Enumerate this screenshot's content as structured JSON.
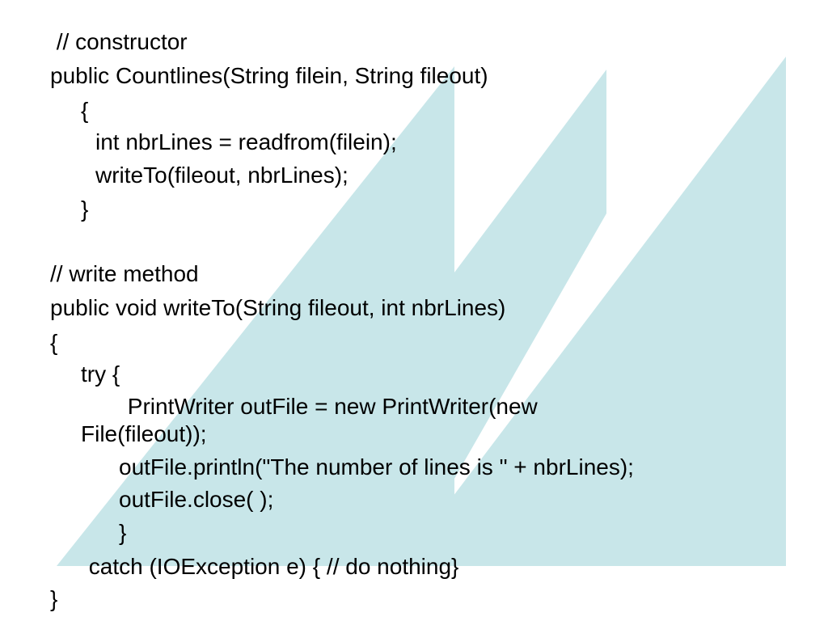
{
  "colors": {
    "background": "#ffffff",
    "stripe": "#c8e6e9",
    "text": "#000000"
  },
  "code": {
    "lines": [
      " // constructor",
      "public Countlines(String filein, String fileout)",
      "{",
      "int nbrLines = readfrom(filein);",
      "writeTo(fileout, nbrLines);",
      "}",
      "// write method",
      "public void writeTo(String fileout, int nbrLines)",
      "{",
      "try {",
      " PrintWriter outFile = new PrintWriter(new",
      "File(fileout));",
      "outFile.println(\"The number of lines is \" + nbrLines);",
      "outFile.close( );",
      "}",
      " catch (IOException e) { // do nothing}",
      "}"
    ]
  }
}
